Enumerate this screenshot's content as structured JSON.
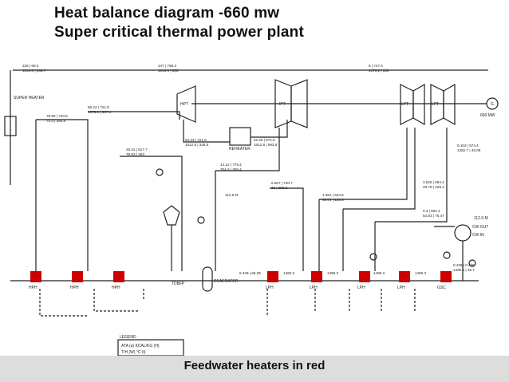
{
  "slide": {
    "title_line1": "Heat balance diagram -660 mw",
    "title_line2": "Super critical thermal power plant",
    "caption": "Feedwater heaters in red"
  },
  "diagram": {
    "accent_color": "#cc0000",
    "line_color": "#222222",
    "components": {
      "super_heater": "SUPER HEATER",
      "hpt": "HPT",
      "ipt": "IPT",
      "lpt1": "LPT",
      "lpt2": "LPT",
      "generator": "G",
      "output": "660 MW",
      "reheater": "REHEATER",
      "deaerator": "DEAERATOR",
      "tdbfp": "TDBFP",
      "condenser_cw_out": "CW OUT",
      "condenser_cw_in": "CW IN",
      "condenser_power": "112.6 M",
      "gsc": "GSC",
      "hp_heater_1": "HPH",
      "hp_heater_2": "HPH",
      "hp_heater_3": "HPH",
      "lp_heater_1": "LPH",
      "lp_heater_2": "LPH",
      "lp_heater_3": "LPH",
      "lp_heater_4": "LPH"
    },
    "values": {
      "v1": "226 | 69.3",
      "v2": "1846.8 | 268.7",
      "v3": "247 | 769.3",
      "v4": "1846.8 | 565",
      "v5": "8 | 747.4",
      "v6": "1375.2 | 336",
      "v7": "78.95 | 740.6",
      "v8": "74.3 | 355.6",
      "v9": "56.24 | 721.9",
      "v10": "1375.2 | 337.4",
      "v11": "54.34 | 721.9",
      "v12": "1612.8 | 335.5",
      "v13": "52.25 | 871.6",
      "v14": "1612.8 | 593.6",
      "v15": "25.31 | 817.7",
      "v16": "79.53 | 463",
      "v17": "14.12 | 776.4",
      "v18": "794.5 | 398.4",
      "v19": "6.667 | 730.7",
      "v20": "66 | 299.2",
      "v21": "1.361 | 634.6",
      "v22": "68.04 | 133.5",
      "v23": "0.103 | 574.4",
      "v24": "1382.7 | 46.09",
      "v25": "3.526 | 594.4",
      "v26": "49.79 | 229.2",
      "v27": "0.3 | 594.4",
      "v28": "54.83 | 76.47",
      "v29": "0.436 | 0.436",
      "v30": "1490.3 | 45.7",
      "v31": "8.346 | 69.28",
      "v32": "1490.3",
      "v33": "1490.3",
      "v34": "1490.3",
      "v35": "1490.3",
      "v36": "112.6 M"
    },
    "legend": {
      "title": "LEGEND",
      "row1": "ATA (a)  KCAL/KG (H)",
      "row2": "T/H (W)   °C (t)"
    }
  }
}
